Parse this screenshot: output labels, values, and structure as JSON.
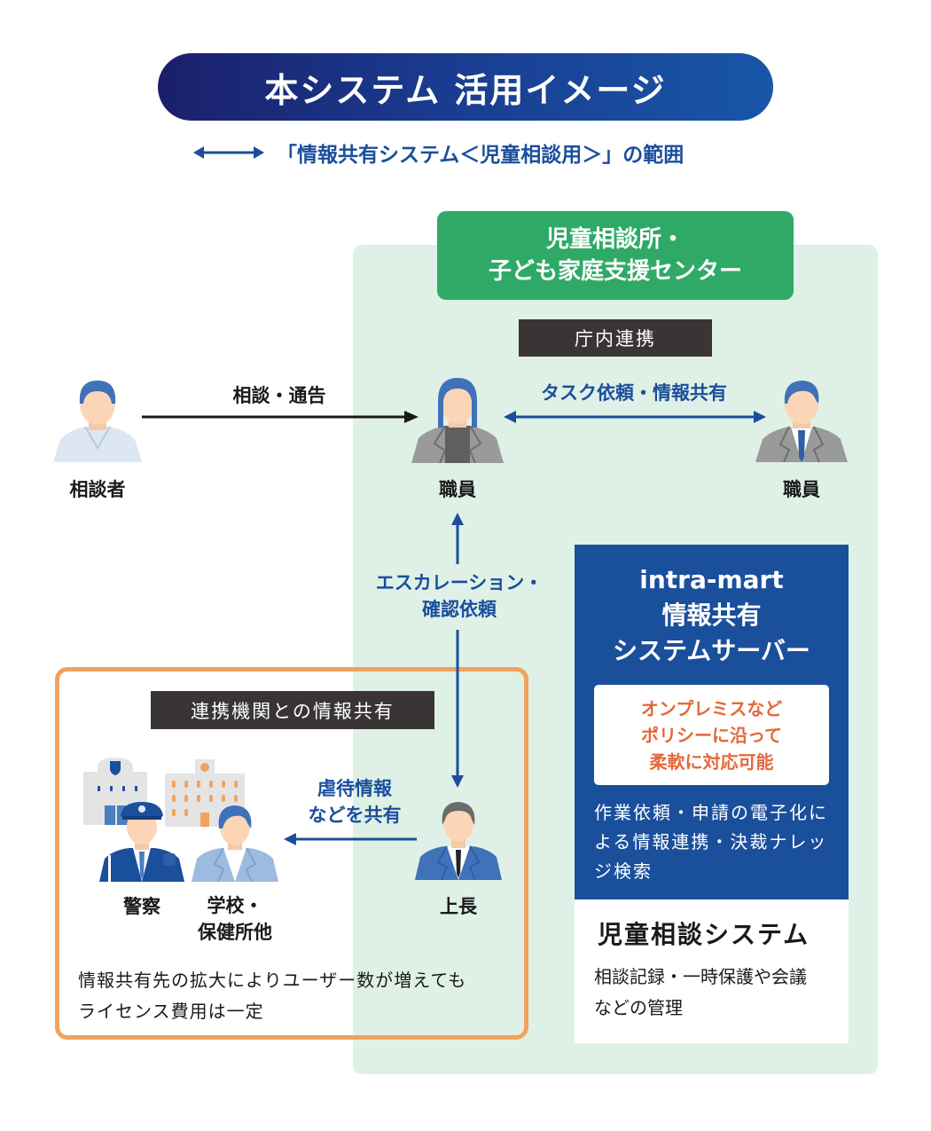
{
  "header": {
    "title": "本システム 活用イメージ",
    "legend_text": "「情報共有システム＜児童相談用＞」の範囲",
    "legend_icon": "double-arrow-icon"
  },
  "center": {
    "heading_line1": "児童相談所・",
    "heading_line2": "子ども家庭支援センター",
    "internal_label": "庁内連携"
  },
  "people": {
    "consultant": "相談者",
    "staff_main": "職員",
    "staff_other": "職員",
    "supervisor": "上長",
    "police": "警察",
    "school_line1": "学校・",
    "school_line2": "保健所他"
  },
  "arrows": {
    "consult_report": "相談・通告",
    "task_request": "タスク依頼・情報共有",
    "escalation_line1": "エスカレーション・",
    "escalation_line2": "確認依頼",
    "share_line1": "虐待情報",
    "share_line2": "などを共有"
  },
  "partners": {
    "label": "連携機関との情報共有",
    "note_line1": "情報共有先の拡大によりユーザー数が増えても",
    "note_line2": "ライセンス費用は一定"
  },
  "server": {
    "title_line1": "intra-mart",
    "title_line2": "情報共有",
    "title_line3": "システムサーバー",
    "note_line1": "オンプレミスなど",
    "note_line2": "ポリシーに沿って",
    "note_line3": "柔軟に対応可能",
    "desc": "作業依頼・申請の電子化による情報連携・決裁ナレッジ検索"
  },
  "jido_system": {
    "title": "児童相談システム",
    "desc_line1": "相談記録・一時保護や会議",
    "desc_line2": "などの管理"
  },
  "colors": {
    "navy": "#1a4f9c",
    "green": "#2faa66",
    "mint_bg": "#dff1e6",
    "orange": "#f0a35e",
    "accent_orange_text": "#e4683a",
    "dark_label": "#3a3535"
  }
}
